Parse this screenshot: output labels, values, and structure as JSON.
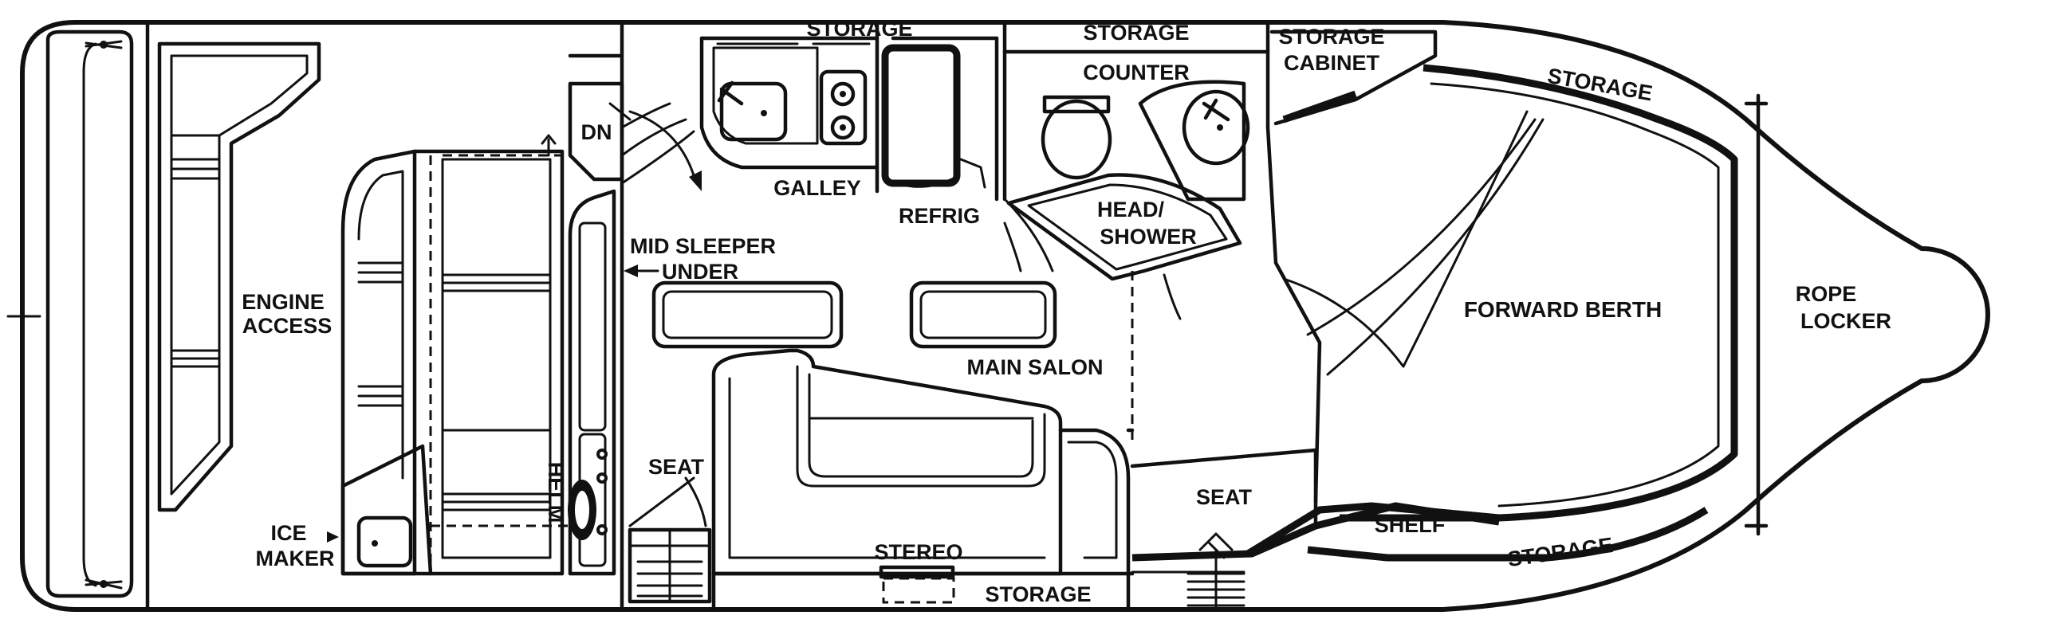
{
  "labels": {
    "storage_galley": "STORAGE",
    "storage_head": "STORAGE",
    "storage_cabinet_1": "STORAGE",
    "storage_cabinet_2": "CABINET",
    "storage_fwd_top": "STORAGE",
    "counter": "COUNTER",
    "dn": "DN",
    "galley": "GALLEY",
    "refrig": "REFRIG",
    "head_1": "HEAD/",
    "head_2": "SHOWER",
    "mid_sleeper_1": "MID SLEEPER",
    "mid_sleeper_2": "UNDER",
    "engine_1": "ENGINE",
    "engine_2": "ACCESS",
    "forward_berth": "FORWARD BERTH",
    "rope_1": "ROPE",
    "rope_2": "LOCKER",
    "main_salon": "MAIN SALON",
    "seat_helm": "SEAT",
    "seat_fwd": "SEAT",
    "shelf": "SHELF",
    "storage_fwd_bottom": "STORAGE",
    "stereo": "STEREO",
    "storage_bottom": "STORAGE",
    "helm": "HELM",
    "ice_1": "ICE",
    "ice_2": "MAKER"
  },
  "colors": {
    "line": "#111111",
    "background": "#ffffff"
  }
}
